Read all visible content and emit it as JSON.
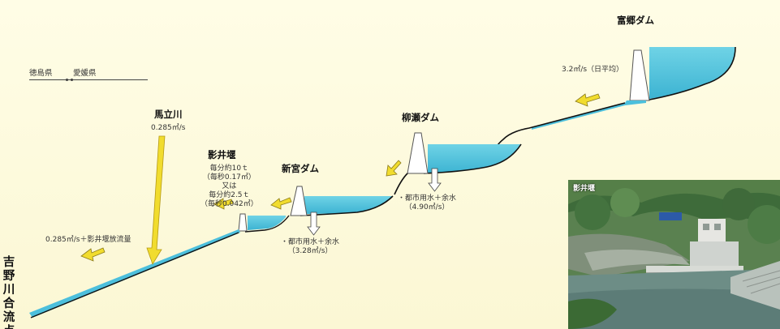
{
  "colors": {
    "water": "#58c7dd",
    "water_dark": "#2f9fc0",
    "ground": "#1b1b1b",
    "dam": "#ffffff",
    "flow_arrow": "#f1dc2e",
    "release_arrow": "#ffffff"
  },
  "labels": {
    "prefecture_left": "徳島県",
    "prefecture_right": "愛媛県",
    "dam_tomisato": "富郷ダム",
    "tomisato_flow": "3.2㎥/s（日平均）",
    "dam_yanase": "柳瀬ダム",
    "yanase_release": [
      "・都市用水＋余水",
      "（4.90㎥/s）"
    ],
    "dam_shingu": "新宮ダム",
    "shingu_release": [
      "・都市用水＋余水",
      "（3.28㎥/s）"
    ],
    "weir_kagei": "影井堰",
    "kagei_spec": [
      "毎分約10ｔ",
      "（毎秒0.17㎥）",
      "又は",
      "毎分約2.5ｔ",
      "（毎秒0.042㎥）"
    ],
    "river_umatate": "馬立川",
    "umatate_flow": "0.285㎥/s",
    "downstream_flow": "0.285㎥/s＋影井堰放流量",
    "confluence": "吉野川合流点"
  },
  "photo": {
    "title": "影井堰"
  }
}
